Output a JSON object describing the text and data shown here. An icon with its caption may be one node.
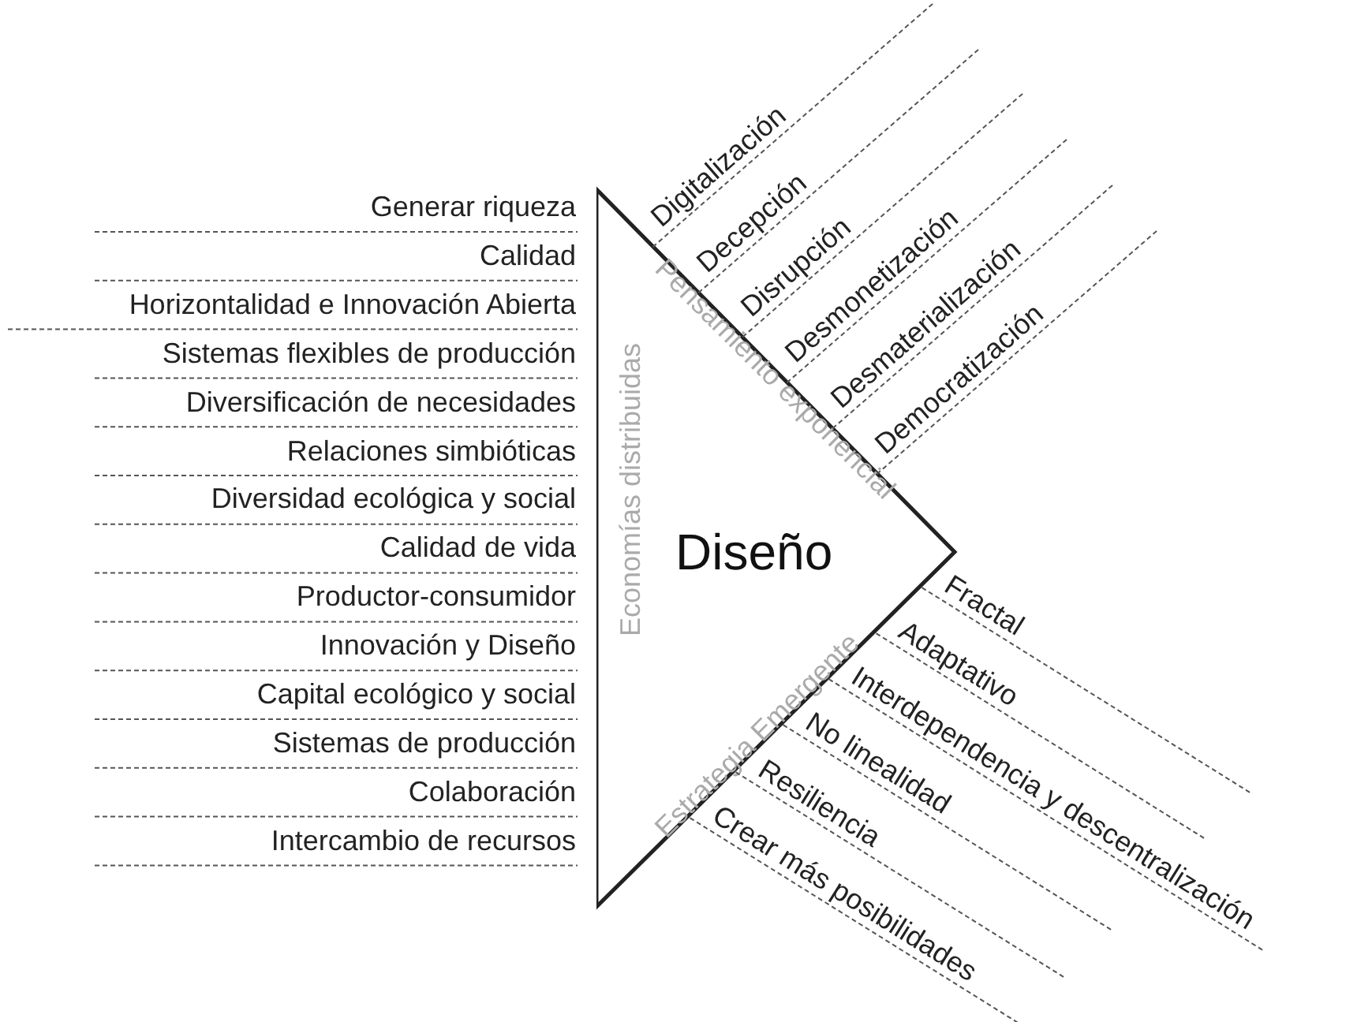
{
  "diagram": {
    "nodes": [
      {
        "text": [
          "Diseño",
          "Economías distribuidas",
          "Pensamiento exponencial",
          "Estrategia Emergente"
        ]
      }
    ],
    "labels": [
      "Generar riqueza",
      "Calidad",
      "Horizontalidad e Innovación Abierta",
      "Sistemas flexibles de producción",
      "Diversificación de necesidades",
      "Relaciones simbióticas",
      "Diversidad ecológica y social",
      "Calidad de vida",
      "Productor-consumidor",
      "Innovación y Diseño",
      "Capital ecológico y social",
      "Sistemas de producción",
      "Colaboración",
      "Intercambio de recursos",
      "Digitalización",
      "Decepción",
      "Disrupción",
      "Desmonetización",
      "Desmaterialización",
      "Democratización",
      "Fractal",
      "Adaptativo",
      "Interdependencia y descentralización",
      "No linealidad",
      "Resiliencia",
      "Crear más posibilidades"
    ]
  }
}
